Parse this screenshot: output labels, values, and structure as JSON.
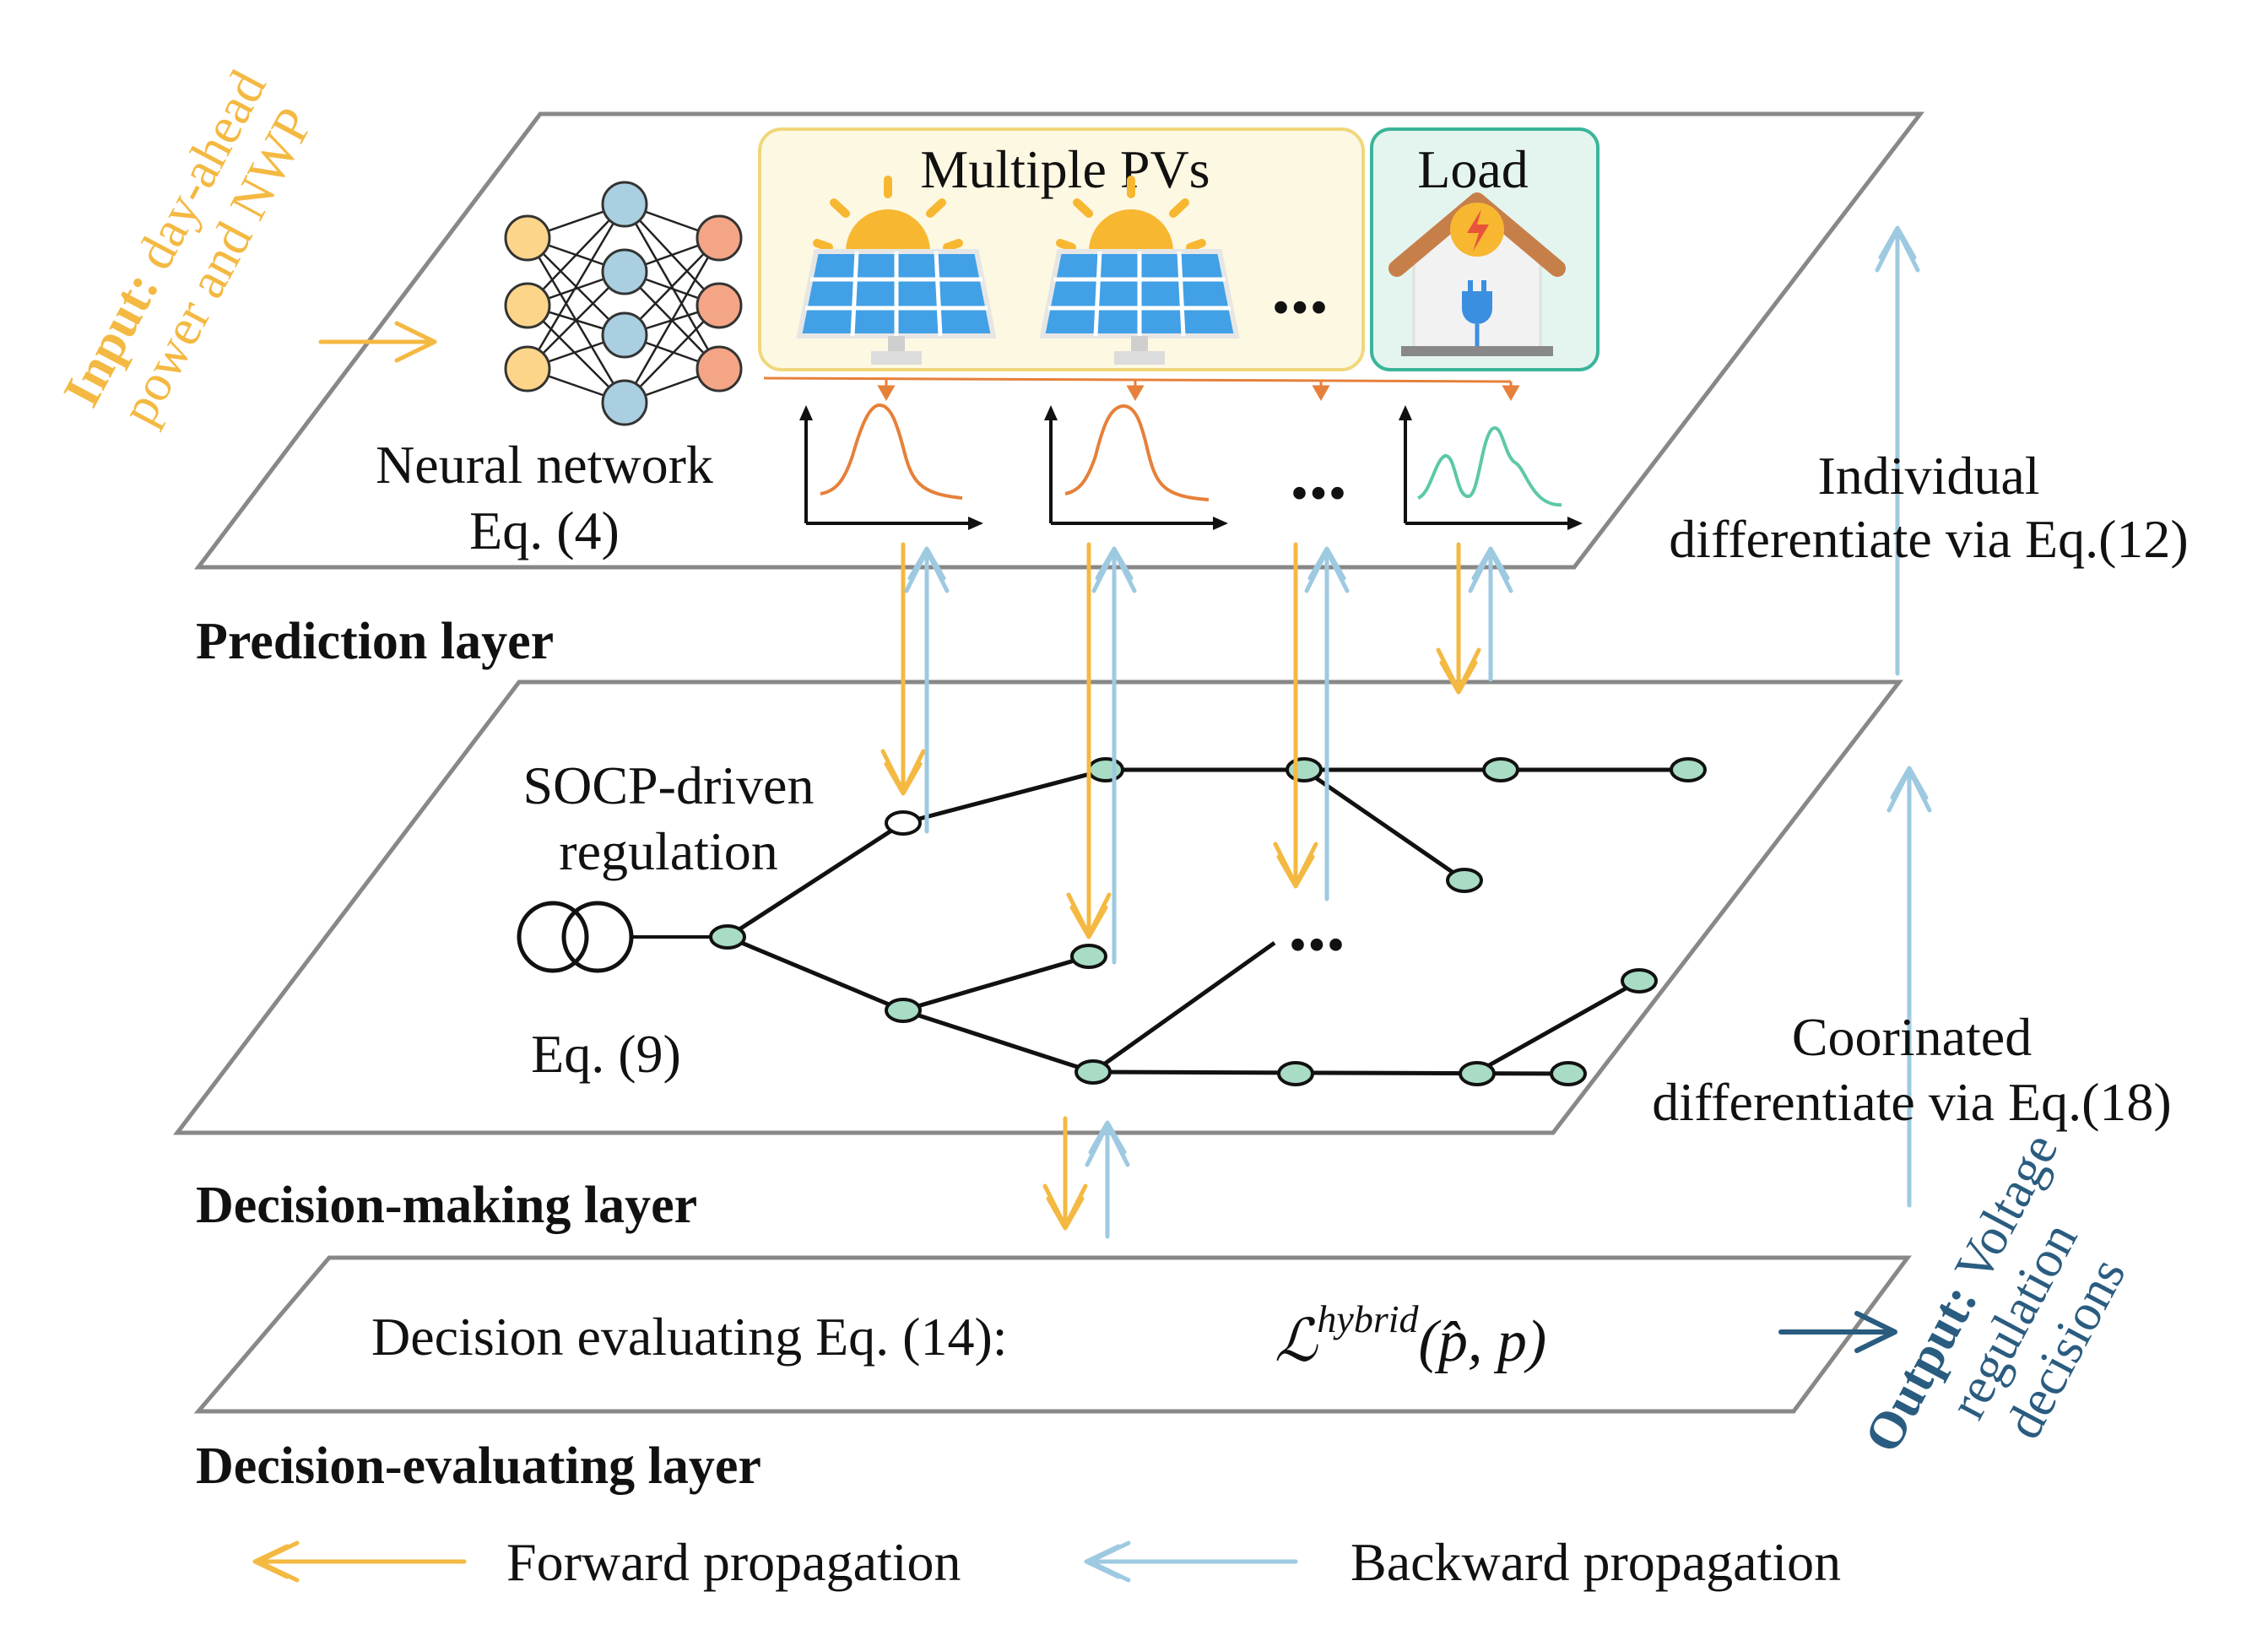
{
  "input_note": {
    "prefix": "Input:",
    "line1": " day-ahead",
    "line2": "power and NWP"
  },
  "output_note": {
    "prefix": "Output:",
    "line1": " Voltage",
    "line2": "regulation",
    "line3": "decisions"
  },
  "prediction_layer": {
    "caption": "Prediction layer",
    "nn_label": "Neural network",
    "nn_eq": "Eq. (4)",
    "pv_group_label": "Multiple PVs",
    "load_label": "Load",
    "ellipsis": "..."
  },
  "decision_layer": {
    "caption": "Decision-making layer",
    "socp_line1": "SOCP-driven",
    "socp_line2": "regulation",
    "eq": "Eq. (9)",
    "ellipsis": "..."
  },
  "evaluating_layer": {
    "caption": "Decision-evaluating layer",
    "text": "Decision evaluating Eq. (14):",
    "loss_main": "ℒ",
    "loss_sup": "hybrid",
    "loss_args": "(p̂, p)"
  },
  "side_notes": {
    "individual_line1": "Individual",
    "individual_line2": "differentiate via Eq.(12)",
    "coordinated_line1": "Coorinated",
    "coordinated_line2": "differentiate via Eq.(18)"
  },
  "legend": {
    "forward": "Forward propagation",
    "backward": "Backward propagation"
  },
  "colors": {
    "forward": "#f4b942",
    "backward": "#9ecae1",
    "output_arrow": "#2a5c80",
    "pv_curve": "#e6803a",
    "load_curve": "#5cc8a8",
    "node_fill": "#a8dcc4",
    "layer_border": "#888888"
  }
}
